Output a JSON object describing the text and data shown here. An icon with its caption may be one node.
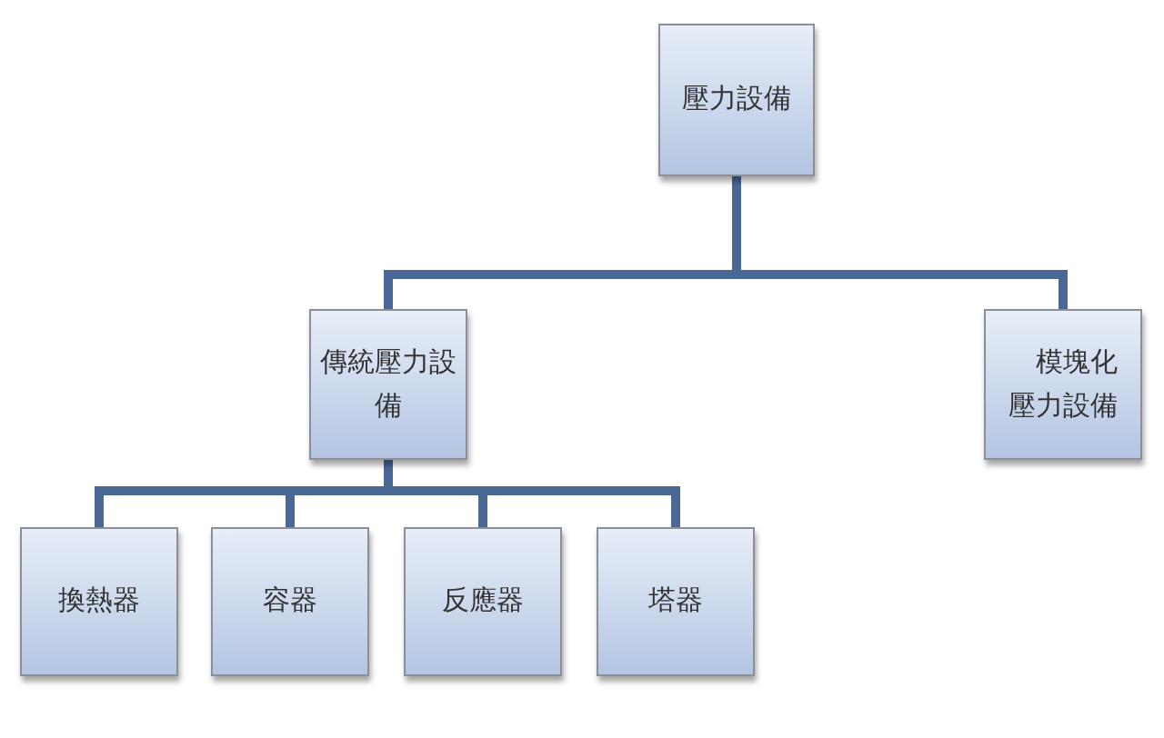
{
  "diagram": {
    "nodes": [
      {
        "text": [
          "壓力設備"
        ]
      },
      {
        "text": [
          "傳統壓力設備"
        ]
      },
      {
        "text": [
          "模塊化壓力設備"
        ]
      },
      {
        "text": [
          "換熱器"
        ]
      },
      {
        "text": [
          "容器"
        ]
      },
      {
        "text": [
          "反應器"
        ]
      },
      {
        "text": [
          "塔器"
        ]
      }
    ],
    "edges": [
      {
        "from": 0,
        "to": 1,
        "arrow": "none"
      },
      {
        "from": 0,
        "to": 2,
        "arrow": "none"
      },
      {
        "from": 1,
        "to": 3,
        "arrow": "none"
      },
      {
        "from": 1,
        "to": 4,
        "arrow": "none"
      },
      {
        "from": 1,
        "to": 5,
        "arrow": "none"
      },
      {
        "from": 1,
        "to": 6,
        "arrow": "none"
      }
    ]
  }
}
